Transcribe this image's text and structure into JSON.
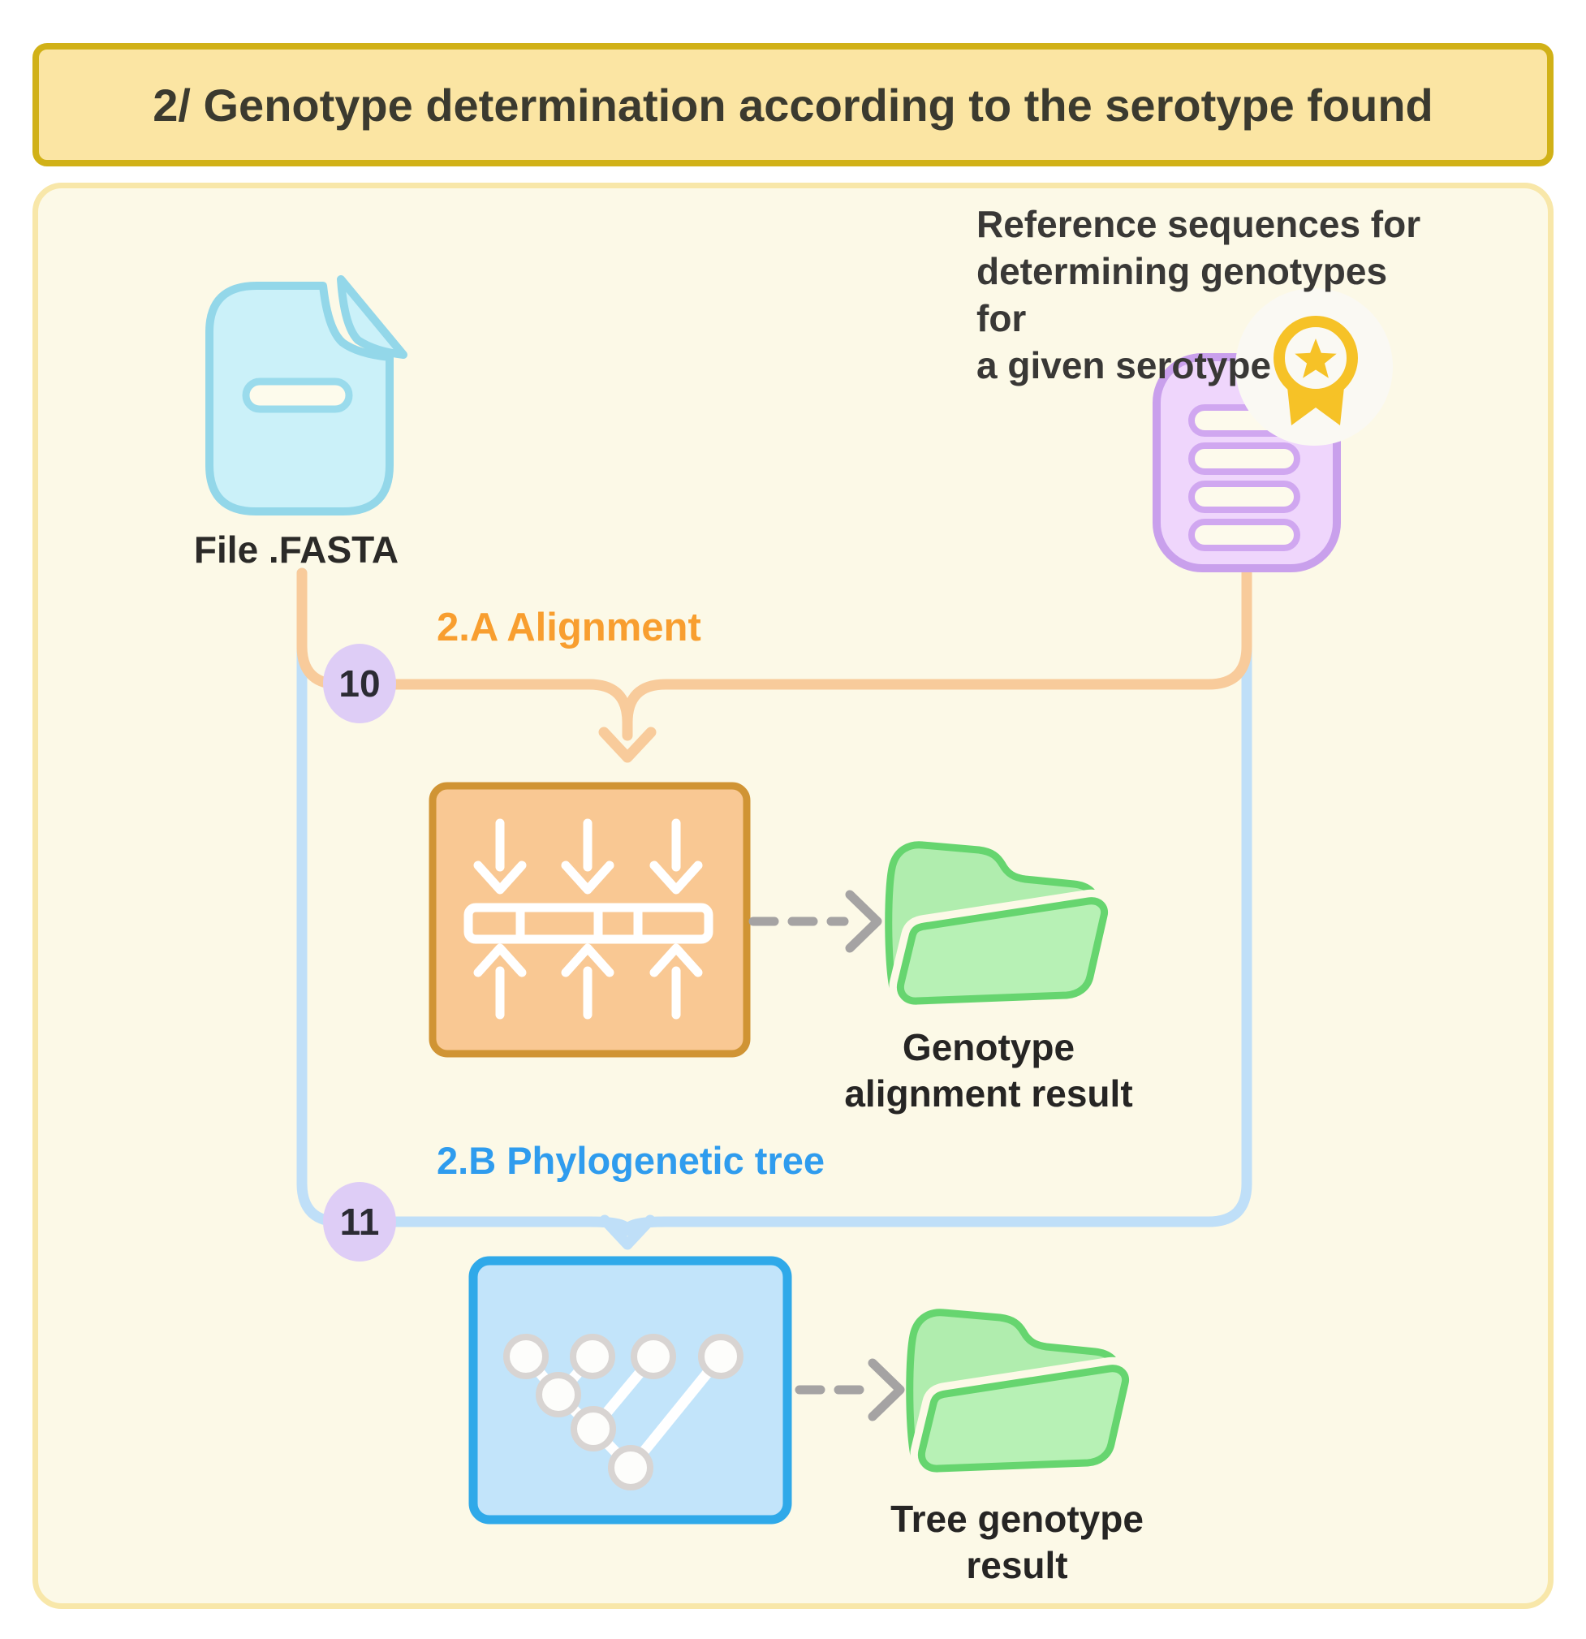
{
  "title_banner": {
    "text": "2/ Genotype determination according to the serotype found"
  },
  "inputs": {
    "fasta_file": {
      "label": "File .FASTA",
      "icon": "fasta-document-icon"
    },
    "reference_sequences": {
      "caption_line1": "Reference sequences for",
      "caption_line2": "determining genotypes for",
      "caption_line3": "a given serotype",
      "icon": "reference-document-icon",
      "badge_icon": "award-medal-icon"
    }
  },
  "steps": {
    "alignment": {
      "number": "10",
      "label": "2.A Alignment",
      "process_icon": "sequence-alignment-icon"
    },
    "phylogenetic_tree": {
      "number": "11",
      "label": "2.B Phylogenetic tree",
      "process_icon": "phylogenetic-tree-icon"
    }
  },
  "outputs": {
    "alignment_result": {
      "label_line1": "Genotype",
      "label_line2": "alignment result",
      "icon": "folder-icon"
    },
    "tree_result": {
      "label_line1": "Tree genotype",
      "label_line2": "result",
      "icon": "folder-icon"
    }
  },
  "colors": {
    "title_fill": "#FBE5A3",
    "title_border": "#D1B117",
    "title_text": "#3B3A2F",
    "panel_fill": "#FCF9E7",
    "panel_border": "#F8E7A9",
    "orange_line": "#F8CB9B",
    "orange_label": "#F89E2F",
    "alignment_box_fill": "#F9C893",
    "alignment_box_border": "#D09434",
    "blue_line": "#BFDFF8",
    "blue_label": "#2F9CEE",
    "tree_box_fill": "#C2E4FA",
    "tree_box_border": "#2FA9E9",
    "badge_fill": "#DECDF6",
    "badge_text": "#2B2B33",
    "fasta_fill": "#CBF1F9",
    "fasta_border": "#93D7E9",
    "reference_fill": "#EFD6FC",
    "reference_border": "#C9A0EC",
    "medal_gold": "#F6C227",
    "folder_fill": "#B3EFB1",
    "folder_border": "#66D56F",
    "dashed_arrow": "#A5A3A3",
    "dark_text": "#2B2A28"
  }
}
